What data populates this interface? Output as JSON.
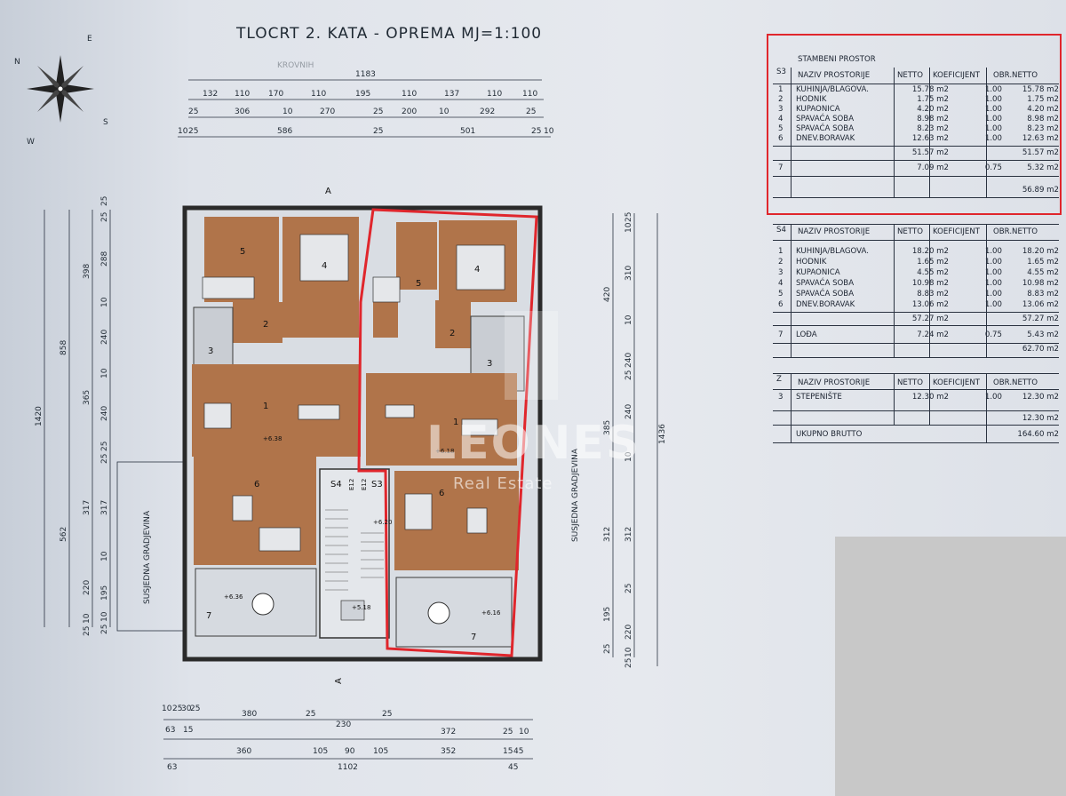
{
  "title": "TLOCRT  2. KATA - OPREMA  MJ=1:100",
  "compass": {
    "n": "N",
    "e": "E",
    "s": "S",
    "w": "W"
  },
  "plan": {
    "top_dims_row1": [
      "1183"
    ],
    "top_dims_row2": [
      "132",
      "110",
      "170",
      "110",
      "195",
      "110",
      "137",
      "110",
      "110"
    ],
    "top_dims_row3": [
      "25",
      "306",
      "10",
      "270",
      "25",
      "200",
      "10",
      "292",
      "25"
    ],
    "top_dims_row4": [
      "10",
      "25",
      "586",
      "25",
      "501",
      "25",
      "10"
    ],
    "left_dims_a": [
      "1420"
    ],
    "left_dims_b": [
      "858",
      "562"
    ],
    "left_dims_c": [
      "398",
      "365",
      "317",
      "220",
      "10",
      "25"
    ],
    "left_dims_d": [
      "25",
      "25",
      "288",
      "10",
      "240",
      "10",
      "240",
      "25",
      "25",
      "317",
      "10",
      "195",
      "10",
      "25"
    ],
    "right_dims_a": [
      "1436"
    ],
    "right_dims_b": [
      "420",
      "385",
      "312",
      "195",
      "25"
    ],
    "right_dims_c": [
      "25",
      "10",
      "310",
      "10",
      "240",
      "25",
      "240",
      "10",
      "312",
      "25",
      "220",
      "10",
      "25"
    ],
    "bottom_dims_row1": [
      "10",
      "25",
      "30",
      "25",
      "380",
      "25",
      "230",
      "25",
      "372",
      "25",
      "10"
    ],
    "bottom_dims_row2": [
      "63",
      "15",
      "360",
      "105",
      "90",
      "105",
      "352",
      "15",
      "45"
    ],
    "bottom_dims_row3": [
      "63",
      "1102",
      "45"
    ],
    "rooms_left": [
      "5",
      "4",
      "2",
      "3",
      "1",
      "6",
      "7"
    ],
    "rooms_right": [
      "5",
      "4",
      "2",
      "3",
      "1",
      "6",
      "7"
    ],
    "stair_labels": [
      "S4",
      "S3",
      "E12",
      "E12"
    ],
    "levels": [
      "+6.38",
      "+6.18",
      "+6.20",
      "+6.36",
      "+6.16",
      "+5.18"
    ],
    "section_marks": [
      "A",
      "A"
    ],
    "side_label_left": "SUSJEDNA GRADJEVINA",
    "side_label_right": "SUSJEDNA GRADJEVINA",
    "roof_label": "KROVNIH",
    "watermark_main": "LEONES",
    "watermark_sub": "Real Estate"
  },
  "table_s3": {
    "heading": "STAMBENI PROSTOR",
    "code": "S3",
    "cols": [
      "NAZIV PROSTORIJE",
      "NETTO",
      "KOEFICIJENT",
      "OBR.NETTO"
    ],
    "rows": [
      {
        "no": "1",
        "name": "KUHINJA/BLAGOVA.",
        "netto": "15.78 m2",
        "koef": "1.00",
        "obr": "15.78 m2"
      },
      {
        "no": "2",
        "name": "HODNIK",
        "netto": "1.75 m2",
        "koef": "1.00",
        "obr": "1.75 m2"
      },
      {
        "no": "3",
        "name": "KUPAONICA",
        "netto": "4.20 m2",
        "koef": "1.00",
        "obr": "4.20 m2"
      },
      {
        "no": "4",
        "name": "SPAVAĆA SOBA",
        "netto": "8.98 m2",
        "koef": "1.00",
        "obr": "8.98 m2"
      },
      {
        "no": "5",
        "name": "SPAVAĆA SOBA",
        "netto": "8.23 m2",
        "koef": "1.00",
        "obr": "8.23 m2"
      },
      {
        "no": "6",
        "name": "DNEV.BORAVAK",
        "netto": "12.63 m2",
        "koef": "1.00",
        "obr": "12.63 m2"
      }
    ],
    "subtotal": {
      "netto": "51.57 m2",
      "obr": "51.57 m2"
    },
    "row7": {
      "no": "7",
      "netto": "7.09 m2",
      "koef": "0.75",
      "obr": "5.32 m2"
    },
    "total": "56.89 m2"
  },
  "table_s4": {
    "code": "S4",
    "cols": [
      "NAZIV PROSTORIJE",
      "NETTO",
      "KOEFICIJENT",
      "OBR.NETTO"
    ],
    "rows": [
      {
        "no": "1",
        "name": "KUHINJA/BLAGOVA.",
        "netto": "18.20 m2",
        "koef": "1.00",
        "obr": "18.20 m2"
      },
      {
        "no": "2",
        "name": "HODNIK",
        "netto": "1.65 m2",
        "koef": "1.00",
        "obr": "1.65 m2"
      },
      {
        "no": "3",
        "name": "KUPAONICA",
        "netto": "4.55 m2",
        "koef": "1.00",
        "obr": "4.55 m2"
      },
      {
        "no": "4",
        "name": "SPAVAĆA SOBA",
        "netto": "10.98 m2",
        "koef": "1.00",
        "obr": "10.98 m2"
      },
      {
        "no": "5",
        "name": "SPAVAĆA SOBA",
        "netto": "8.83 m2",
        "koef": "1.00",
        "obr": "8.83 m2"
      },
      {
        "no": "6",
        "name": "DNEV.BORAVAK",
        "netto": "13.06 m2",
        "koef": "1.00",
        "obr": "13.06 m2"
      }
    ],
    "subtotal": {
      "netto": "57.27 m2",
      "obr": "57.27 m2"
    },
    "row7": {
      "no": "7",
      "name": "LOĐA",
      "netto": "7.24 m2",
      "koef": "0.75",
      "obr": "5.43 m2"
    },
    "total": "62.70 m2"
  },
  "table_z": {
    "code": "Z",
    "cols": [
      "NAZIV PROSTORIJE",
      "NETTO",
      "KOEFICIJENT",
      "OBR.NETTO"
    ],
    "rows": [
      {
        "no": "3",
        "name": "STEPENIŠTE",
        "netto": "12.30 m2",
        "koef": "1.00",
        "obr": "12.30 m2"
      }
    ],
    "total": "12.30 m2",
    "gross_label": "UKUPNO BRUTTO",
    "gross_value": "164.60 m2"
  },
  "colors": {
    "wood": "#b0744a",
    "wall": "#3a3a3a",
    "highlight": "#e0262c",
    "terrace": "#d6dae0",
    "tile": "#c9cdd3"
  }
}
